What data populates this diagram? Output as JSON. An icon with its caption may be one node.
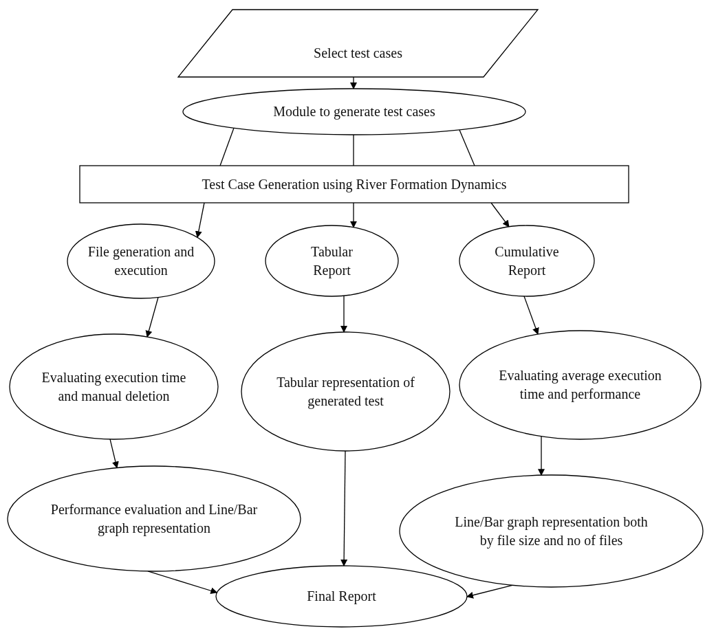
{
  "diagram": {
    "nodes": [
      {
        "text": [
          "Select test cases"
        ]
      },
      {
        "text": [
          "Module to generate test cases"
        ]
      },
      {
        "text": [
          "Test Case Generation using River Formation Dynamics"
        ]
      },
      {
        "text": [
          "File generation and execution"
        ]
      },
      {
        "text": [
          "Tabular Report"
        ]
      },
      {
        "text": [
          "Cumulative Report"
        ]
      },
      {
        "text": [
          "Evaluating execution time and manual deletion"
        ]
      },
      {
        "text": [
          "Tabular representation of generated test"
        ]
      },
      {
        "text": [
          "Evaluating average execution time and performance"
        ]
      },
      {
        "text": [
          "Performance evaluation and Line/Bar graph representation"
        ]
      },
      {
        "text": [
          "Line/Bar graph representation both by file size and no of files"
        ]
      },
      {
        "text": [
          "Final Report"
        ]
      }
    ],
    "edges": [
      {
        "from": 0,
        "to": 1,
        "arrow": "to"
      },
      {
        "from": 1,
        "to": 2,
        "arrow": "none"
      },
      {
        "from": 1,
        "to": 2,
        "arrow": "none"
      },
      {
        "from": 1,
        "to": 2,
        "arrow": "none"
      },
      {
        "from": 2,
        "to": 3,
        "arrow": "to"
      },
      {
        "from": 2,
        "to": 4,
        "arrow": "to"
      },
      {
        "from": 2,
        "to": 5,
        "arrow": "to"
      },
      {
        "from": 3,
        "to": 6,
        "arrow": "to"
      },
      {
        "from": 4,
        "to": 7,
        "arrow": "to"
      },
      {
        "from": 5,
        "to": 8,
        "arrow": "to"
      },
      {
        "from": 6,
        "to": 9,
        "arrow": "to"
      },
      {
        "from": 8,
        "to": 10,
        "arrow": "to"
      },
      {
        "from": 9,
        "to": 11,
        "arrow": "to"
      },
      {
        "from": 7,
        "to": 11,
        "arrow": "to"
      },
      {
        "from": 10,
        "to": 11,
        "arrow": "to"
      }
    ]
  }
}
